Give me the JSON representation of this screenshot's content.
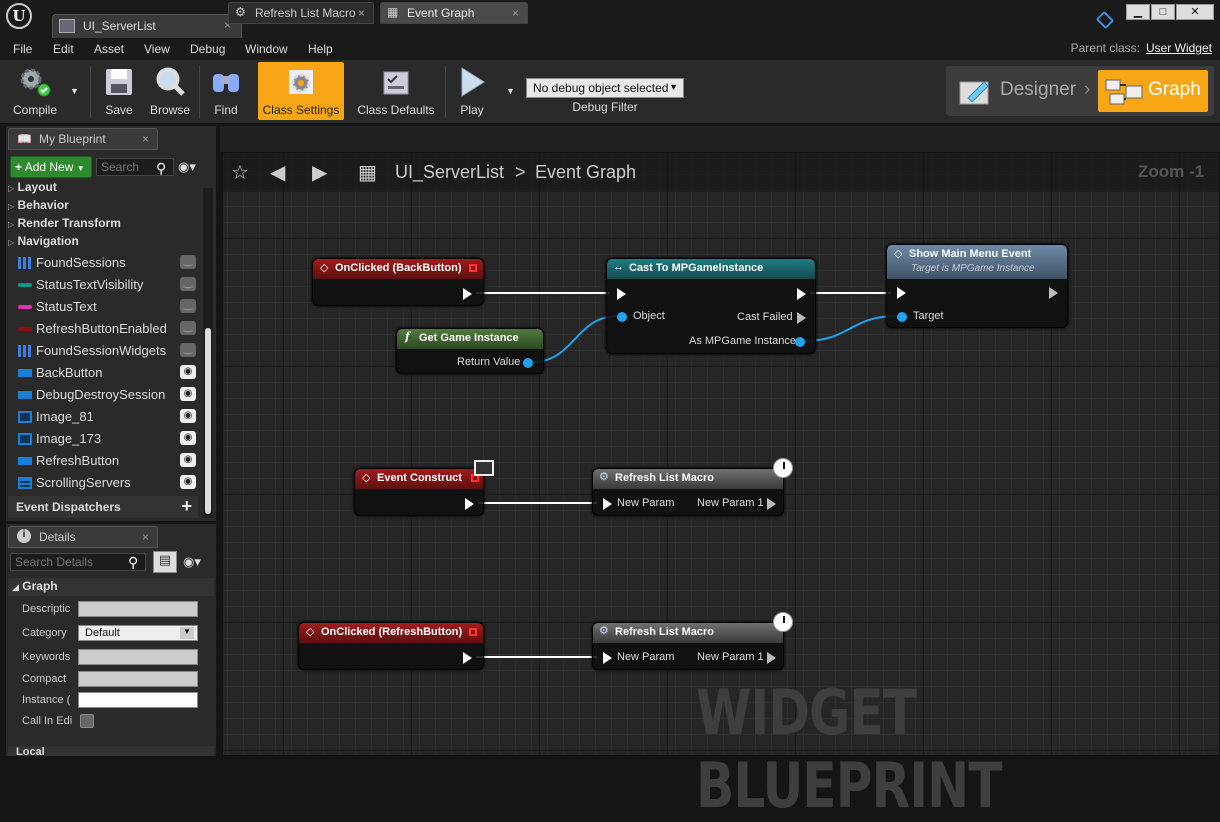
{
  "window": {
    "doc_tab": "UI_ServerList",
    "doc_tab_close": "×",
    "win_min": "▁",
    "win_max": "□",
    "win_close": "✕"
  },
  "menu": [
    "File",
    "Edit",
    "Asset",
    "View",
    "Debug",
    "Window",
    "Help"
  ],
  "parent_class": {
    "label": "Parent class:",
    "value": "User Widget"
  },
  "toolbar": {
    "compile": "Compile",
    "save": "Save",
    "browse": "Browse",
    "find": "Find",
    "class_settings": "Class Settings",
    "class_defaults": "Class Defaults",
    "play": "Play",
    "debug_object": "No debug object selected",
    "debug_filter": "Debug Filter"
  },
  "mode": {
    "designer": "Designer",
    "graph": "Graph"
  },
  "my_blueprint": {
    "tab": "My Blueprint",
    "tab_close": "×",
    "add_new": "Add New",
    "search_placeholder": "Search",
    "categories": [
      "Layout",
      "Behavior",
      "Render Transform",
      "Navigation"
    ],
    "variables": [
      {
        "name": "FoundSessions",
        "color": "#3c7ee0",
        "eye": "closed"
      },
      {
        "name": "StatusTextVisibility",
        "color": "#0a9b8a",
        "eye": "closed"
      },
      {
        "name": "StatusText",
        "color": "#e02ec2",
        "eye": "closed"
      },
      {
        "name": "RefreshButtonEnabled",
        "color": "#8c0c0c",
        "eye": "closed"
      },
      {
        "name": "FoundSessionWidgets",
        "color": "#3c7ee0",
        "eye": "closed"
      },
      {
        "name": "BackButton",
        "color": "#1b7fd6",
        "eye": "open"
      },
      {
        "name": "DebugDestroySession",
        "color": "#1b7fd6",
        "eye": "open"
      },
      {
        "name": "Image_81",
        "color": "#1b7fd6",
        "eye": "open"
      },
      {
        "name": "Image_173",
        "color": "#1b7fd6",
        "eye": "open"
      },
      {
        "name": "RefreshButton",
        "color": "#1b7fd6",
        "eye": "open"
      },
      {
        "name": "ScrollingServers",
        "color": "#1b7fd6",
        "eye": "open"
      }
    ],
    "event_dispatchers": "Event Dispatchers"
  },
  "details": {
    "tab": "Details",
    "tab_close": "×",
    "search_placeholder": "Search Details",
    "section": "Graph",
    "rows": [
      {
        "label": "Descriptic",
        "value": ""
      },
      {
        "label": "Category",
        "value": "Default"
      },
      {
        "label": "Keywords",
        "value": ""
      },
      {
        "label": "Compact",
        "value": ""
      },
      {
        "label": "Instance (",
        "value": ""
      },
      {
        "label": "Call In Edi",
        "value": ""
      }
    ],
    "next_section": "Local"
  },
  "graph_tabs": [
    {
      "label": "Refresh List Macro",
      "active": false
    },
    {
      "label": "Event Graph",
      "active": true
    }
  ],
  "breadcrumb": {
    "root": "UI_ServerList",
    "sep": ">",
    "leaf": "Event Graph"
  },
  "zoom": "Zoom -1",
  "nodes": {
    "onclicked_back": "OnClicked (BackButton)",
    "cast": "Cast To MPGameInstance",
    "cast_object": "Object",
    "cast_failed": "Cast Failed",
    "cast_as": "As MPGame Instance",
    "show_menu": "Show Main Menu Event",
    "show_menu_sub": "Target is MPGame Instance",
    "show_target": "Target",
    "get_gi": "Get Game Instance",
    "get_gi_ret": "Return Value",
    "event_construct": "Event Construct",
    "macro1": "Refresh List Macro",
    "macro1_in": "New Param",
    "macro1_out": "New Param 1",
    "onclicked_refresh": "OnClicked (RefreshButton)",
    "macro2": "Refresh List Macro",
    "macro2_in": "New Param",
    "macro2_out": "New Param 1"
  },
  "watermark": "WIDGET BLUEPRINT"
}
